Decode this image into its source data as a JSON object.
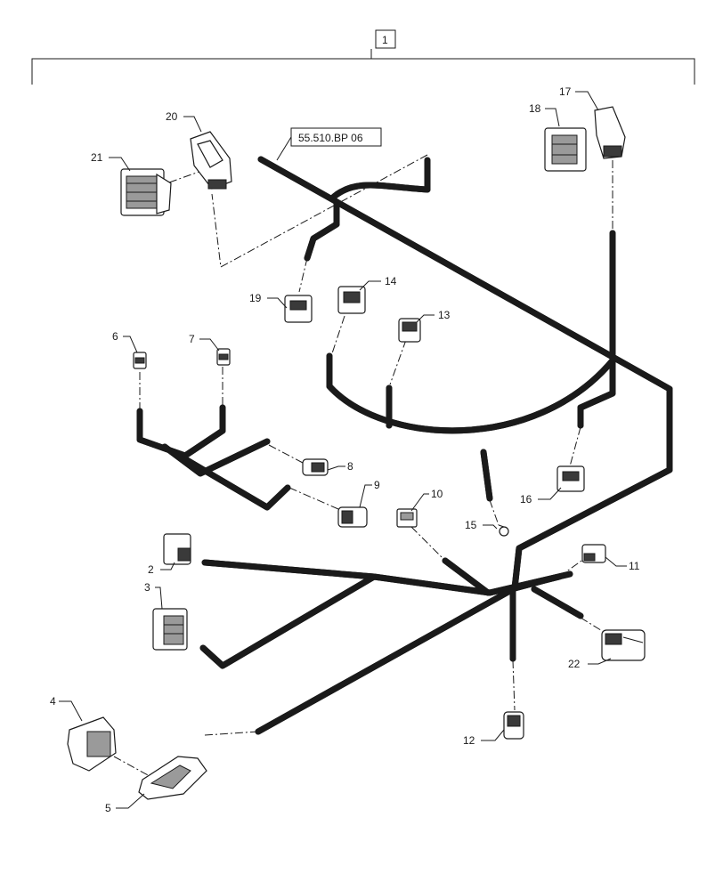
{
  "assembly": {
    "item": "1"
  },
  "reference": {
    "text": "55.510.BP 06"
  },
  "callouts": {
    "c2": "2",
    "c3": "3",
    "c4": "4",
    "c5": "5",
    "c6": "6",
    "c7": "7",
    "c8": "8",
    "c9": "9",
    "c10": "10",
    "c11": "11",
    "c12": "12",
    "c13": "13",
    "c14": "14",
    "c15": "15",
    "c16": "16",
    "c17": "17",
    "c18": "18",
    "c19": "19",
    "c20": "20",
    "c21": "21",
    "c22": "22"
  },
  "icons": {
    "harness": "wiring-harness-icon",
    "connector": "connector-icon"
  }
}
